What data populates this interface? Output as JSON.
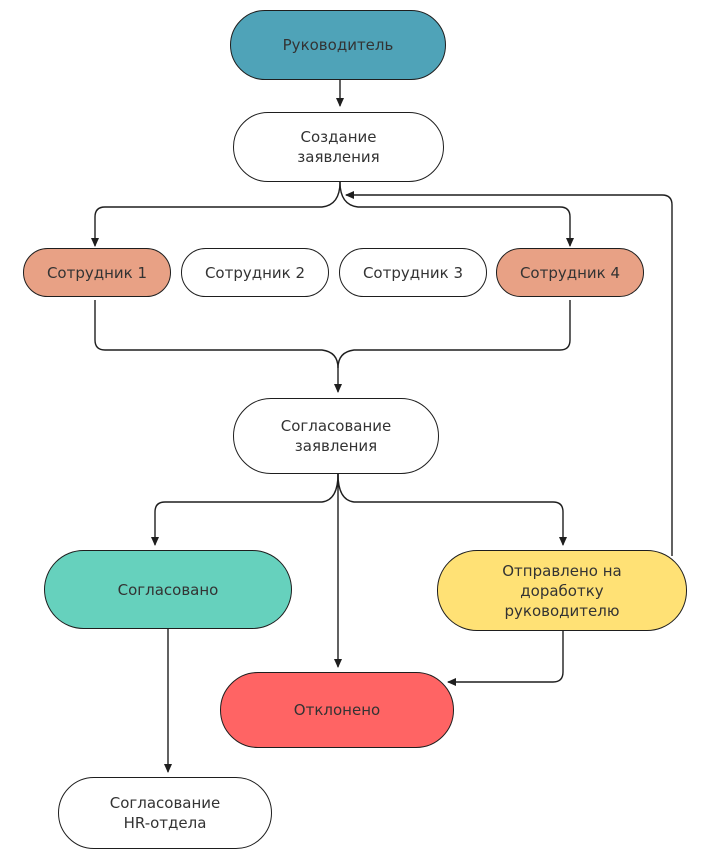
{
  "colors": {
    "manager": "#4fa3b8",
    "employee_selected": "#e8a185",
    "approved": "#66d1bd",
    "returned": "#ffe175",
    "rejected": "#ff6464",
    "plain": "#ffffff",
    "stroke": "#1e1e1e"
  },
  "nodes": {
    "manager": "Руководитель",
    "create": "Создание\nзаявления",
    "emp1": "Сотрудник 1",
    "emp2": "Сотрудник 2",
    "emp3": "Сотрудник 3",
    "emp4": "Сотрудник 4",
    "approval": "Согласование\nзаявления",
    "approved": "Согласовано",
    "returned": "Отправлено на\nдоработку\nруководителю",
    "rejected": "Отклонено",
    "hr": "Согласование\nHR-отдела"
  }
}
